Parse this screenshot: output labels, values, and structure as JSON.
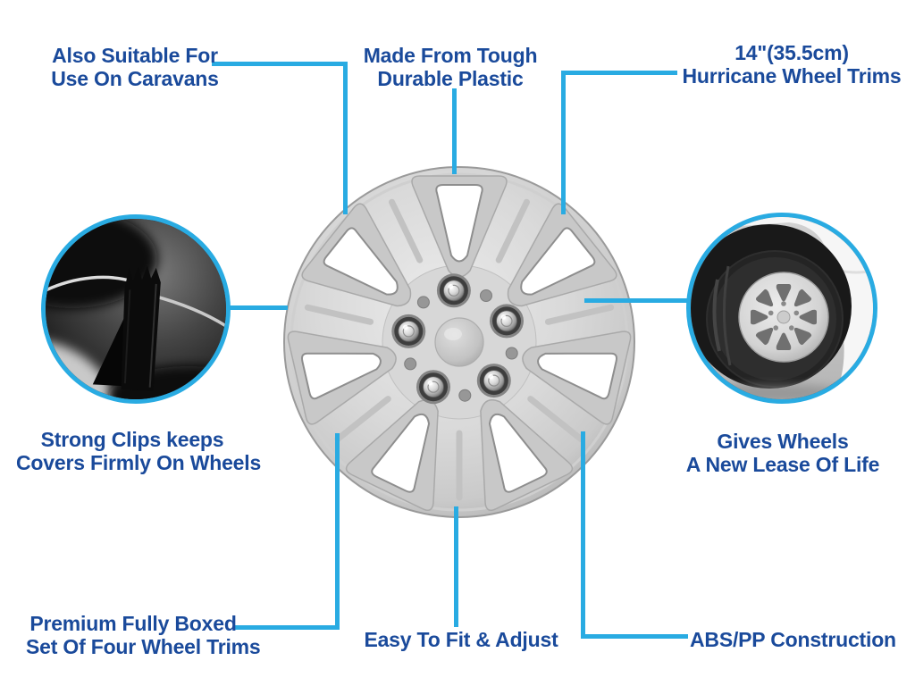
{
  "colors": {
    "label_text": "#1A4A9B",
    "callout_line": "#29ABE2",
    "inset_ring": "#29ABE2",
    "background": "#FFFFFF"
  },
  "callouts": {
    "top_left": {
      "line1": "Also Suitable For",
      "line2": "Use On Caravans"
    },
    "top_center": {
      "line1": "Made From Tough",
      "line2": "Durable Plastic"
    },
    "top_right": {
      "line1": "14\"(35.5cm)",
      "line2": "Hurricane Wheel Trims"
    },
    "mid_left": {
      "line1": "Strong Clips keeps",
      "line2": "Covers Firmly On Wheels"
    },
    "mid_right": {
      "line1": "Gives Wheels",
      "line2": "A New Lease Of Life"
    },
    "bottom_left": {
      "line1": "Premium Fully Boxed",
      "line2": "Set Of Four Wheel Trims"
    },
    "bottom_center": {
      "line1": "Easy To Fit & Adjust"
    },
    "bottom_right": {
      "line1": "ABS/PP Construction"
    }
  },
  "images": {
    "main_product": "silver 7-spoke hurricane wheel trim",
    "left_inset": "close-up of retention clip gripping steel ring",
    "right_inset": "wheel trim fitted on car wheel"
  }
}
